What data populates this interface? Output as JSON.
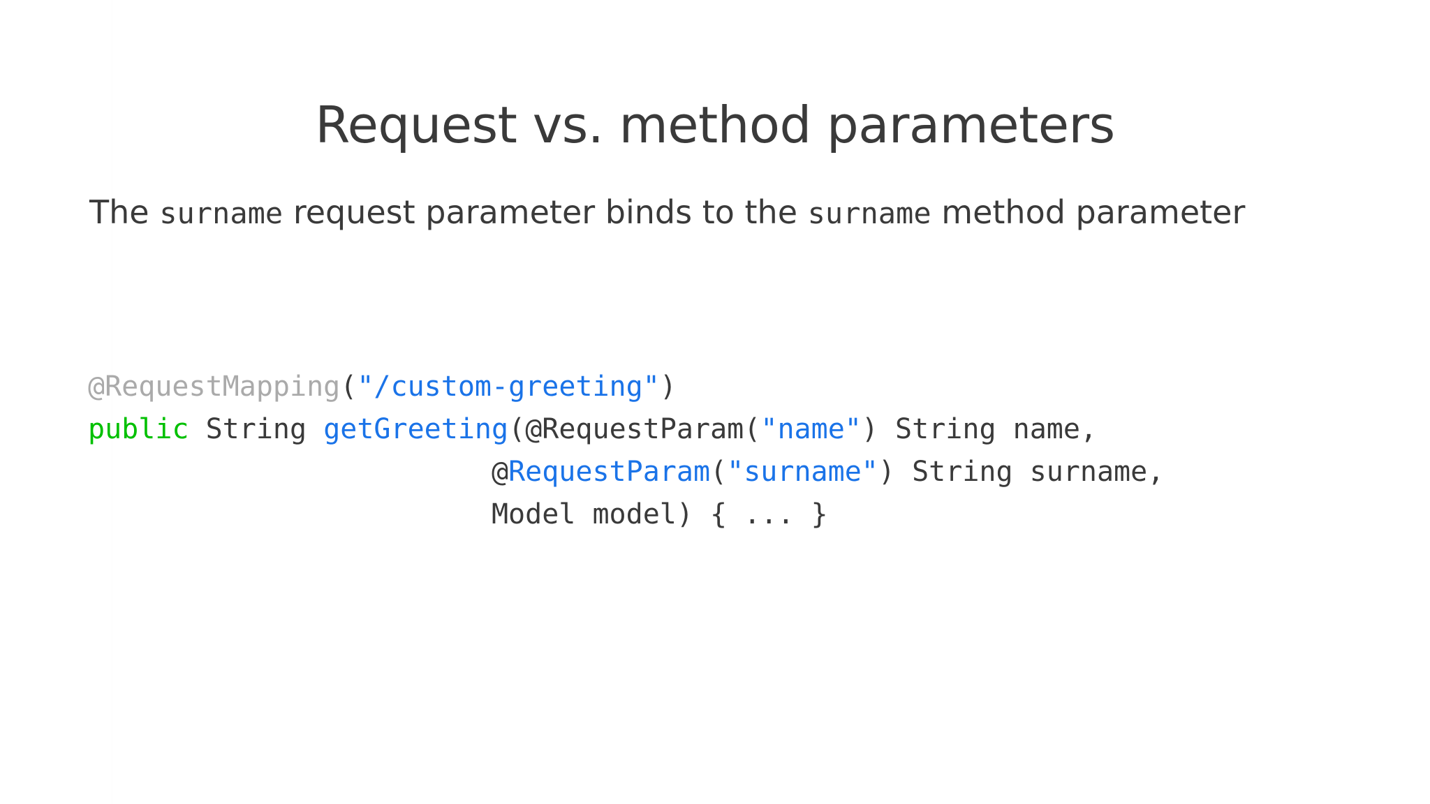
{
  "slide": {
    "title": "Request vs. method parameters",
    "background_color": "#ffffff",
    "text_color": "#3a3a3a"
  },
  "body": {
    "line1_part1": "The ",
    "line1_code1": "surname",
    "line1_part2": " request parameter binds to the ",
    "line1_code2": "surname",
    "line1_part3": " method",
    "line2": "parameter"
  },
  "code": {
    "language": "java",
    "colors": {
      "annotation_dim": "#aaaaaa",
      "string": "#1a73e8",
      "keyword": "#00c000",
      "function": "#1a73e8",
      "plain": "#3a3a3a",
      "highlight": "#1a73e8"
    },
    "line1": {
      "annotation": "@RequestMapping",
      "paren_open": "(",
      "string": "\"/custom-greeting\"",
      "paren_close": ")"
    },
    "line2": {
      "keyword": "public",
      "space1": " ",
      "type": "String",
      "space2": " ",
      "function": "getGreeting",
      "paren_open": "(",
      "annotation": "@RequestParam",
      "arg_paren_open": "(",
      "string": "\"name\"",
      "arg_paren_close": ")",
      "param": " String name,"
    },
    "line3": {
      "indent": "                        ",
      "at": "@",
      "annotation": "RequestParam",
      "paren_open": "(",
      "string": "\"surname\"",
      "paren_close": ")",
      "param": " String surname,"
    },
    "line4": {
      "indent": "                        ",
      "text": "Model model) { ... }"
    }
  }
}
